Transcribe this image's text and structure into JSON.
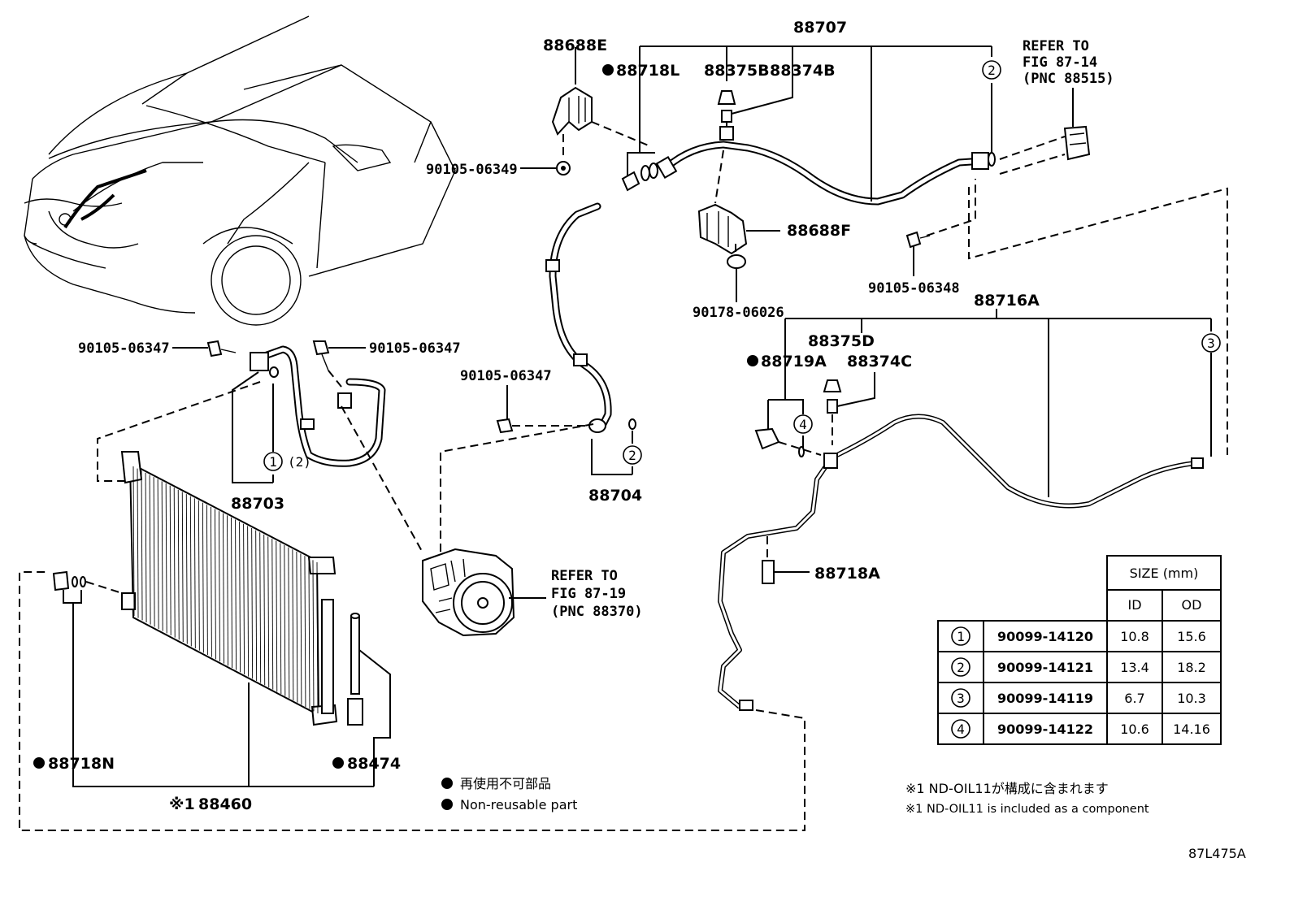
{
  "diagram_id": "87L475A",
  "parts": {
    "p88707": "88707",
    "p88688E": "88688E",
    "p88718L": "88718L",
    "p88375B": "88375B",
    "p88374B": "88374B",
    "p90105_06349": "90105-06349",
    "p88688F": "88688F",
    "p90105_06348": "90105-06348",
    "p90178_06026": "90178-06026",
    "p88716A": "88716A",
    "p88375D": "88375D",
    "p88719A": "88719A",
    "p88374C": "88374C",
    "p90105_06347_a": "90105-06347",
    "p90105_06347_b": "90105-06347",
    "p90105_06347_c": "90105-06347",
    "p88703": "88703",
    "p88704": "88704",
    "p88718A": "88718A",
    "p88718N": "88718N",
    "p88474": "88474",
    "p88460": "88460",
    "p88460_prefix": "※1"
  },
  "circle_refs": {
    "r1": "1",
    "r2": "2",
    "r3": "3",
    "r4": "4",
    "r1_paren": "(2)"
  },
  "refer_a": {
    "line1": "REFER TO",
    "line2": "FIG 87-14",
    "line3": "(PNC 88515)"
  },
  "refer_b": {
    "line1": "REFER TO",
    "line2": "FIG 87-19",
    "line3": "(PNC 88370)"
  },
  "legend": {
    "jp": "再使用不可部品",
    "en": "Non-reusable part"
  },
  "notes": {
    "jp": "※1 ND-OIL11が構成に含まれます",
    "en": "※1 ND-OIL11 is included as a component"
  },
  "size_table": {
    "header": "SIZE (mm)",
    "col_id": "ID",
    "col_od": "OD",
    "rows": [
      {
        "ref": "1",
        "part": "90099-14120",
        "id": "10.8",
        "od": "15.6"
      },
      {
        "ref": "2",
        "part": "90099-14121",
        "id": "13.4",
        "od": "18.2"
      },
      {
        "ref": "3",
        "part": "90099-14119",
        "id": "6.7",
        "od": "10.3"
      },
      {
        "ref": "4",
        "part": "90099-14122",
        "id": "10.6",
        "od": "14.16"
      }
    ]
  }
}
